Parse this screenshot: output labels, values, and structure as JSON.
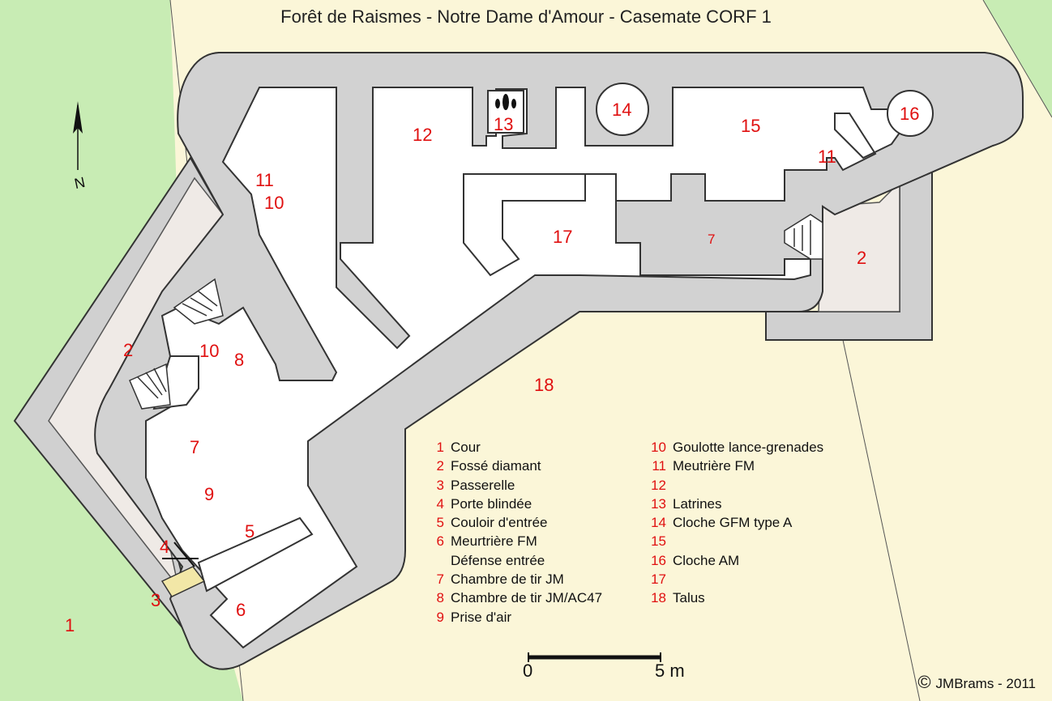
{
  "title": "Forêt de Raismes  -  Notre Dame d'Amour  -  Casemate CORF 1",
  "north_label": "N",
  "plan_labels": [
    "1",
    "2",
    "2",
    "3",
    "4",
    "5",
    "6",
    "7",
    "7",
    "8",
    "9",
    "10",
    "10",
    "11",
    "11",
    "12",
    "13",
    "14",
    "15",
    "16",
    "17",
    "18"
  ],
  "legend": {
    "col1": [
      {
        "n": "1",
        "t": "Cour"
      },
      {
        "n": "2",
        "t": "Fossé diamant"
      },
      {
        "n": "3",
        "t": "Passerelle"
      },
      {
        "n": "4",
        "t": "Porte blindée"
      },
      {
        "n": "5",
        "t": "Couloir d'entrée"
      },
      {
        "n": "6",
        "t": "Meurtrière FM"
      },
      {
        "n": "",
        "t": "Défense entrée"
      },
      {
        "n": "7",
        "t": "Chambre de tir JM"
      },
      {
        "n": "8",
        "t": "Chambre de tir JM/AC47"
      },
      {
        "n": "9",
        "t": "Prise d'air"
      }
    ],
    "col2": [
      {
        "n": "10",
        "t": "Goulotte lance-grenades"
      },
      {
        "n": "11",
        "t": "Meutrière FM"
      },
      {
        "n": "12",
        "t": ""
      },
      {
        "n": "13",
        "t": "Latrines"
      },
      {
        "n": "14",
        "t": "Cloche GFM  type A"
      },
      {
        "n": "15",
        "t": ""
      },
      {
        "n": "16",
        "t": "Cloche  AM"
      },
      {
        "n": "17",
        "t": ""
      },
      {
        "n": "18",
        "t": "Talus"
      }
    ]
  },
  "scale": {
    "start": "0",
    "end": "5 m"
  },
  "copyright": "JMBrams  -  2011",
  "colors": {
    "background": "#c8ecb4",
    "terrain": "#fbf6d8",
    "concrete": "#d2d2d2",
    "number_red": "#e01010"
  }
}
